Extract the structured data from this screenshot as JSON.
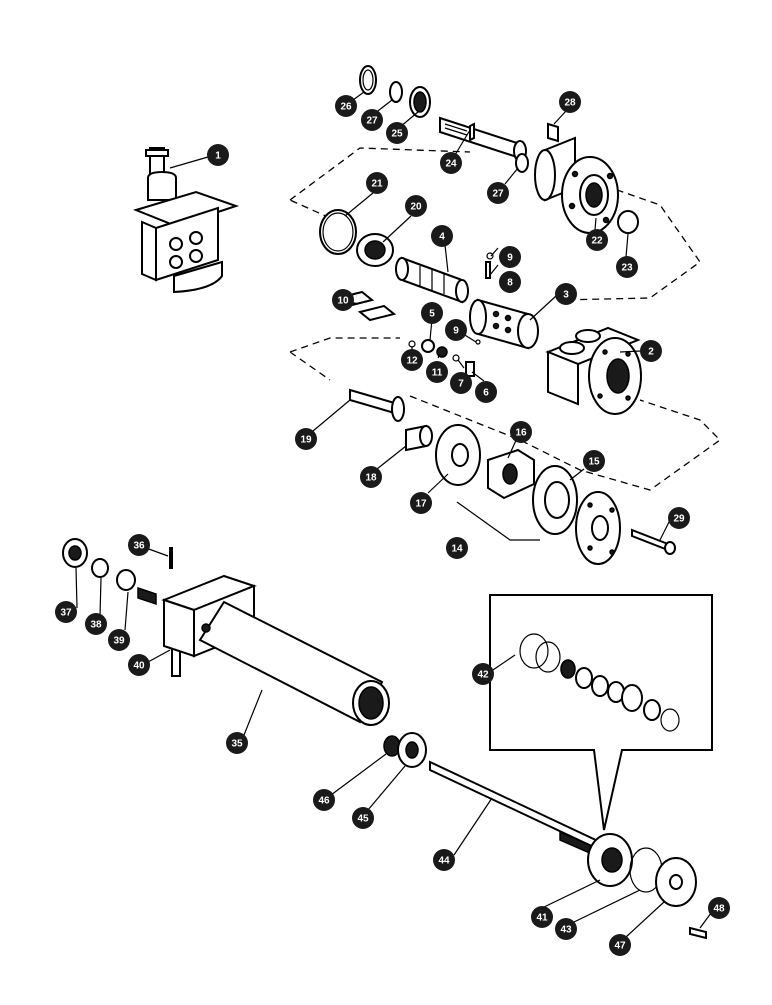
{
  "callouts": [
    {
      "id": "c1",
      "label": "1"
    },
    {
      "id": "c2",
      "label": "2"
    },
    {
      "id": "c3",
      "label": "3"
    },
    {
      "id": "c4",
      "label": "4"
    },
    {
      "id": "c5",
      "label": "5"
    },
    {
      "id": "c6",
      "label": "6"
    },
    {
      "id": "c7",
      "label": "7"
    },
    {
      "id": "c8",
      "label": "8"
    },
    {
      "id": "c9a",
      "label": "9"
    },
    {
      "id": "c9b",
      "label": "9"
    },
    {
      "id": "c10",
      "label": "10"
    },
    {
      "id": "c11",
      "label": "11"
    },
    {
      "id": "c12",
      "label": "12"
    },
    {
      "id": "c14",
      "label": "14"
    },
    {
      "id": "c15",
      "label": "15"
    },
    {
      "id": "c16",
      "label": "16"
    },
    {
      "id": "c17",
      "label": "17"
    },
    {
      "id": "c18",
      "label": "18"
    },
    {
      "id": "c19",
      "label": "19"
    },
    {
      "id": "c20",
      "label": "20"
    },
    {
      "id": "c21",
      "label": "21"
    },
    {
      "id": "c22",
      "label": "22"
    },
    {
      "id": "c23",
      "label": "23"
    },
    {
      "id": "c24",
      "label": "24"
    },
    {
      "id": "c25",
      "label": "25"
    },
    {
      "id": "c26",
      "label": "26"
    },
    {
      "id": "c27a",
      "label": "27"
    },
    {
      "id": "c27b",
      "label": "27"
    },
    {
      "id": "c28",
      "label": "28"
    },
    {
      "id": "c29",
      "label": "29"
    },
    {
      "id": "c35",
      "label": "35"
    },
    {
      "id": "c36",
      "label": "36"
    },
    {
      "id": "c37",
      "label": "37"
    },
    {
      "id": "c38",
      "label": "38"
    },
    {
      "id": "c39",
      "label": "39"
    },
    {
      "id": "c40",
      "label": "40"
    },
    {
      "id": "c41",
      "label": "41"
    },
    {
      "id": "c42",
      "label": "42"
    },
    {
      "id": "c43",
      "label": "43"
    },
    {
      "id": "c44",
      "label": "44"
    },
    {
      "id": "c45",
      "label": "45"
    },
    {
      "id": "c46",
      "label": "46"
    },
    {
      "id": "c47",
      "label": "47"
    },
    {
      "id": "c48",
      "label": "48"
    }
  ]
}
